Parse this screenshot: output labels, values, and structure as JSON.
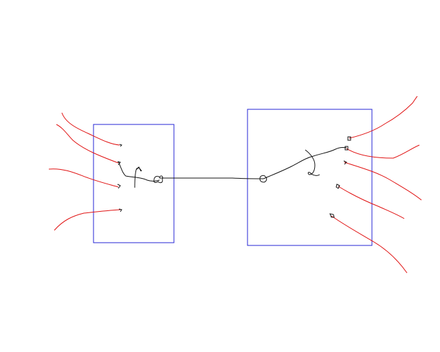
{
  "colors": {
    "background": "#ffffff",
    "box": "#2323d4",
    "red_wire": "#e01010",
    "black_wire": "#111111"
  },
  "diagram": {
    "boxes": [
      "left-box",
      "right-box"
    ],
    "left_red_wires": 4,
    "right_red_wires": 5,
    "connector": "black-line"
  }
}
